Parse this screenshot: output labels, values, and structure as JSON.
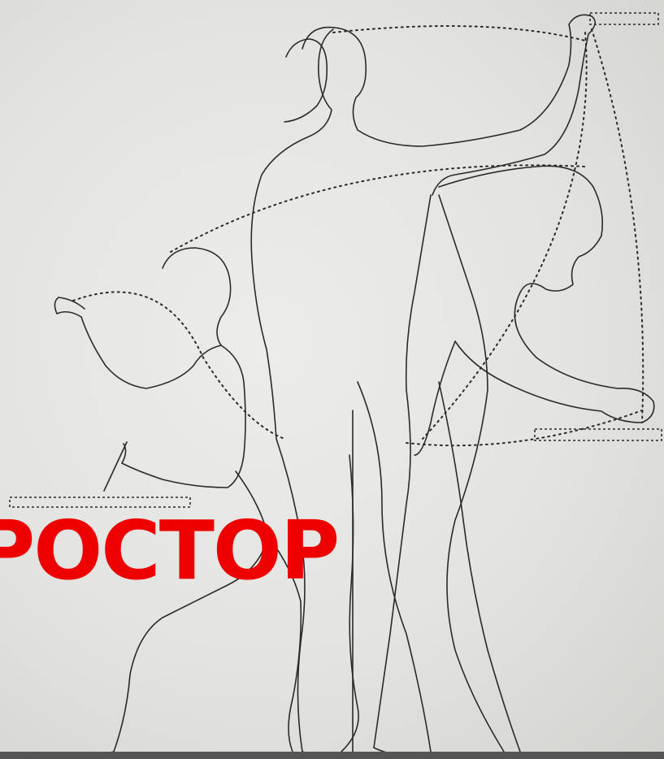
{
  "overlay": {
    "text": "РОСТОР",
    "color": "#ee0000"
  },
  "illustration": {
    "figures": [
      "seated-figure",
      "standing-figure",
      "bending-figure"
    ],
    "surfaces": [
      "low-desk",
      "high-shelf",
      "side-table"
    ]
  }
}
